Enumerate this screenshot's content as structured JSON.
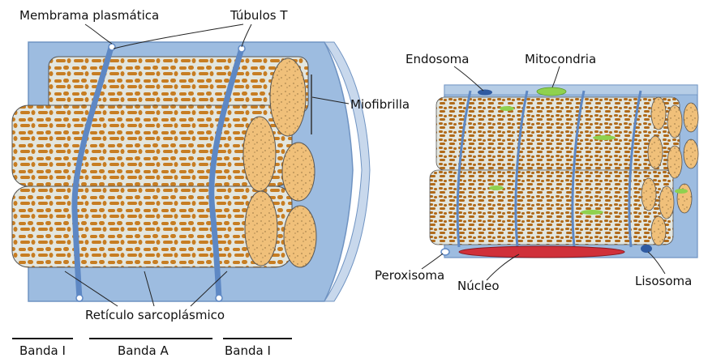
{
  "labels": {
    "membrana": "Membrama plasmática",
    "tubulos": "Túbulos T",
    "miofibrilla": "Miofibrilla",
    "reticulo": "Retículo sarcoplásmico",
    "banda_i_left": "Banda I",
    "banda_a": "Banda A",
    "banda_i_right": "Banda I",
    "endosoma": "Endosoma",
    "mitocondria": "Mitocondria",
    "peroxisoma": "Peroxisoma",
    "nucleo": "Núcleo",
    "lisosoma": "Lisosoma"
  },
  "colors": {
    "membrane": "#9dbce0",
    "membrane_edge": "#6f93c2",
    "fibril_body": "#e3e6df",
    "myofibril_stripe": "#c77d22",
    "tubule": "#5e88c4",
    "fibril_end": "#f0c07a",
    "mitochondria": "#8fd14f",
    "nucleus": "#d0303a",
    "lysosome": "#2f5aa0"
  },
  "icons": {
    "fibril_pattern": "brown-striated-pattern",
    "fibril_end": "speckled-cross-section"
  }
}
